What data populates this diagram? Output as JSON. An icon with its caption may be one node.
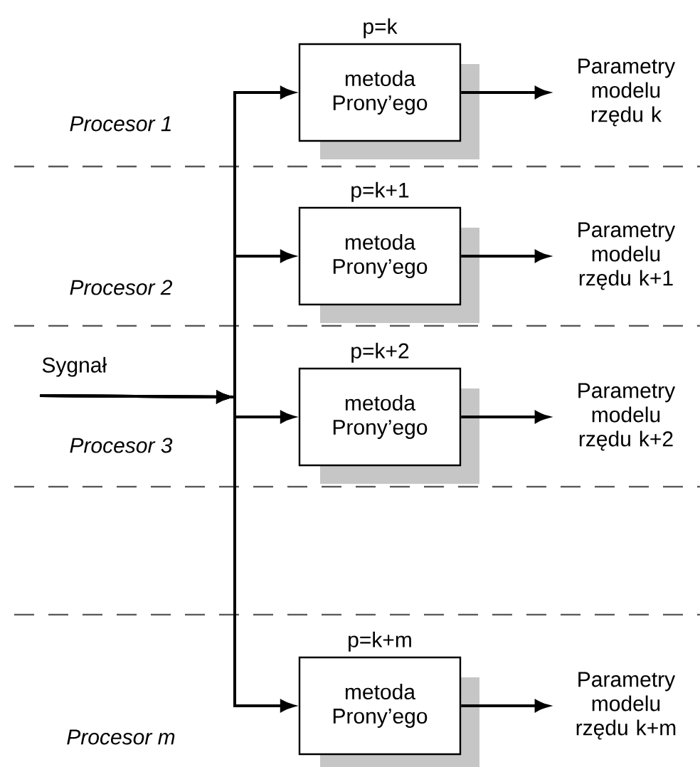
{
  "diagram": {
    "nodes": [
      {
        "text": [
          "metoda Prony’ego"
        ],
        "beside": [
          "p=k"
        ]
      },
      {
        "text": [
          "Parametry modelu rzędu k"
        ]
      },
      {
        "text": [
          "metoda Prony’ego"
        ],
        "beside": [
          "p=k+1"
        ]
      },
      {
        "text": [
          "Parametry modelu rzędu k+1"
        ]
      },
      {
        "text": [
          "Sygnał"
        ]
      },
      {
        "text": [
          "metoda Prony’ego"
        ],
        "beside": [
          "p=k+2"
        ]
      },
      {
        "text": [
          "Parametry modelu rzędu k+2"
        ]
      },
      {
        "text": [
          "metoda Prony’ego"
        ],
        "beside": [
          "p=k+m"
        ]
      },
      {
        "text": [
          "Parametry modelu rzędu k+m"
        ]
      }
    ],
    "edges": [
      {
        "from": 4,
        "to": 0,
        "arrow": "to"
      },
      {
        "from": 4,
        "to": 2,
        "arrow": "to"
      },
      {
        "from": 4,
        "to": 5,
        "arrow": "to"
      },
      {
        "from": 4,
        "to": 7,
        "arrow": "to"
      },
      {
        "from": 0,
        "to": 1,
        "arrow": "to"
      },
      {
        "from": 2,
        "to": 3,
        "arrow": "to"
      },
      {
        "from": 5,
        "to": 6,
        "arrow": "to"
      },
      {
        "from": 7,
        "to": 8,
        "arrow": "to"
      }
    ],
    "labels": [
      "Procesor 1",
      "Procesor 2",
      "Procesor 3",
      "Procesor m"
    ]
  }
}
